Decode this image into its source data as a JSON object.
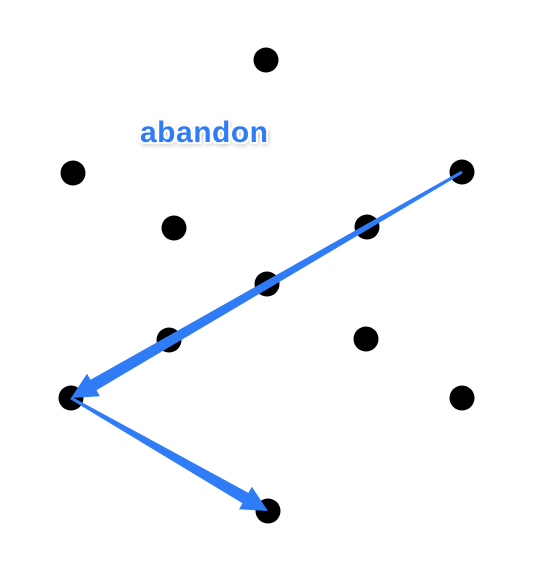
{
  "word": "abandon",
  "colors": {
    "dot": "#000000",
    "arrow": "#2f7cf6",
    "word": "#2f7cf6",
    "background": "#ffffff"
  },
  "grid_dots": [
    "top",
    "left-upper",
    "right-upper",
    "inner-upper-left",
    "inner-upper-right",
    "center",
    "inner-lower-left",
    "inner-lower-right",
    "left-lower",
    "right-lower",
    "bottom"
  ],
  "path": [
    "right-upper",
    "left-lower",
    "bottom"
  ]
}
